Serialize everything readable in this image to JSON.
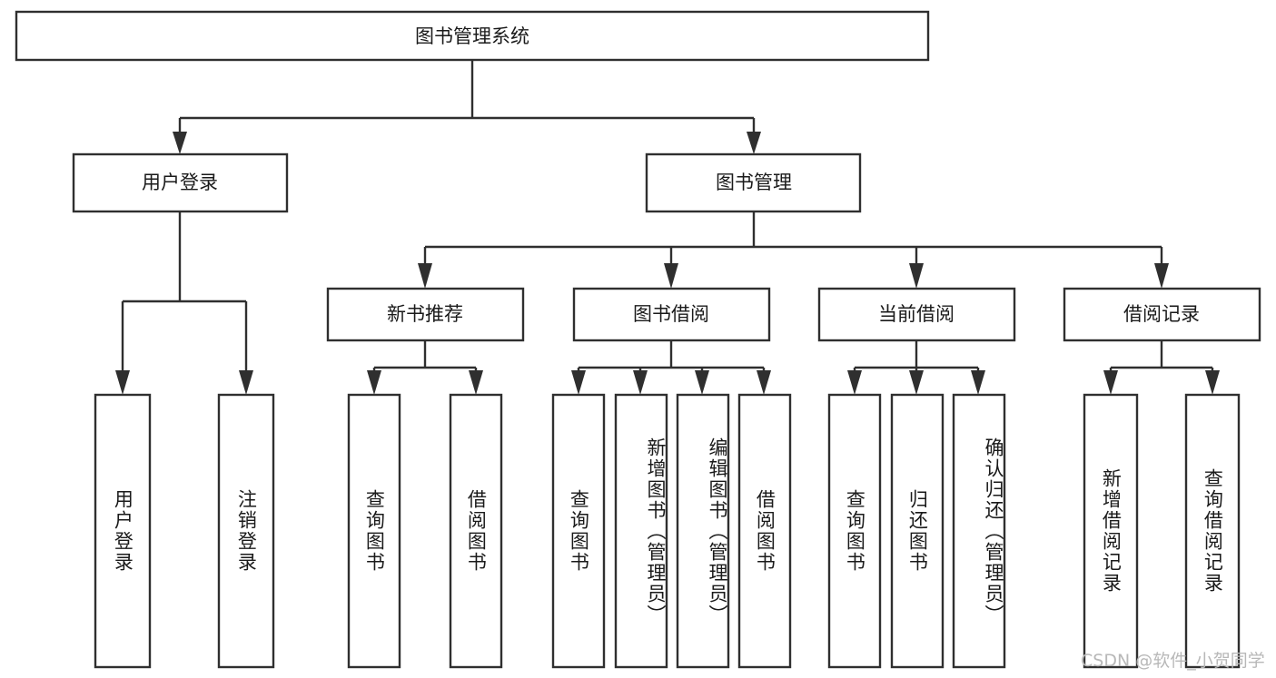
{
  "diagram": {
    "title": "图书管理系统",
    "type": "tree-hierarchy",
    "root": {
      "id": "root",
      "label": "图书管理系统",
      "orientation": "horizontal"
    },
    "level2": [
      {
        "id": "user-login",
        "label": "用户登录",
        "orientation": "horizontal"
      },
      {
        "id": "book-management",
        "label": "图书管理",
        "orientation": "horizontal"
      }
    ],
    "level3": [
      {
        "id": "new-book-recommend",
        "label": "新书推荐",
        "orientation": "horizontal",
        "parent": "book-management"
      },
      {
        "id": "book-borrow",
        "label": "图书借阅",
        "orientation": "horizontal",
        "parent": "book-management"
      },
      {
        "id": "current-borrow",
        "label": "当前借阅",
        "orientation": "horizontal",
        "parent": "book-management"
      },
      {
        "id": "borrow-record",
        "label": "借阅记录",
        "orientation": "horizontal",
        "parent": "book-management"
      }
    ],
    "leaves": [
      {
        "id": "leaf-user-login",
        "label": "用户登录",
        "orientation": "vertical",
        "parent": "user-login"
      },
      {
        "id": "leaf-user-logout",
        "label": "注销登录",
        "orientation": "vertical",
        "parent": "user-login"
      },
      {
        "id": "leaf-query-book-1",
        "label": "查询图书",
        "orientation": "vertical",
        "parent": "new-book-recommend"
      },
      {
        "id": "leaf-borrow-book-1",
        "label": "借阅图书",
        "orientation": "vertical",
        "parent": "new-book-recommend"
      },
      {
        "id": "leaf-query-book-2",
        "label": "查询图书",
        "orientation": "vertical",
        "parent": "book-borrow"
      },
      {
        "id": "leaf-add-book",
        "label": "新增图书（管理员）",
        "orientation": "vertical",
        "parent": "book-borrow"
      },
      {
        "id": "leaf-edit-book",
        "label": "编辑图书（管理员）",
        "orientation": "vertical",
        "parent": "book-borrow"
      },
      {
        "id": "leaf-borrow-book-2",
        "label": "借阅图书",
        "orientation": "vertical",
        "parent": "book-borrow"
      },
      {
        "id": "leaf-query-book-3",
        "label": "查询图书",
        "orientation": "vertical",
        "parent": "current-borrow"
      },
      {
        "id": "leaf-return-book",
        "label": "归还图书",
        "orientation": "vertical",
        "parent": "current-borrow"
      },
      {
        "id": "leaf-confirm-return",
        "label": "确认归还（管理员）",
        "orientation": "vertical",
        "parent": "current-borrow"
      },
      {
        "id": "leaf-add-record",
        "label": "新增借阅记录",
        "orientation": "vertical",
        "parent": "borrow-record"
      },
      {
        "id": "leaf-query-record",
        "label": "查询借阅记录",
        "orientation": "vertical",
        "parent": "borrow-record"
      }
    ]
  },
  "watermark": {
    "text": "CSDN @软件_小贺同学"
  },
  "colors": {
    "stroke": "#2f2f2f",
    "fill": "#ffffff",
    "text": "#1a1a1a",
    "watermark": "#b8b8b8"
  }
}
